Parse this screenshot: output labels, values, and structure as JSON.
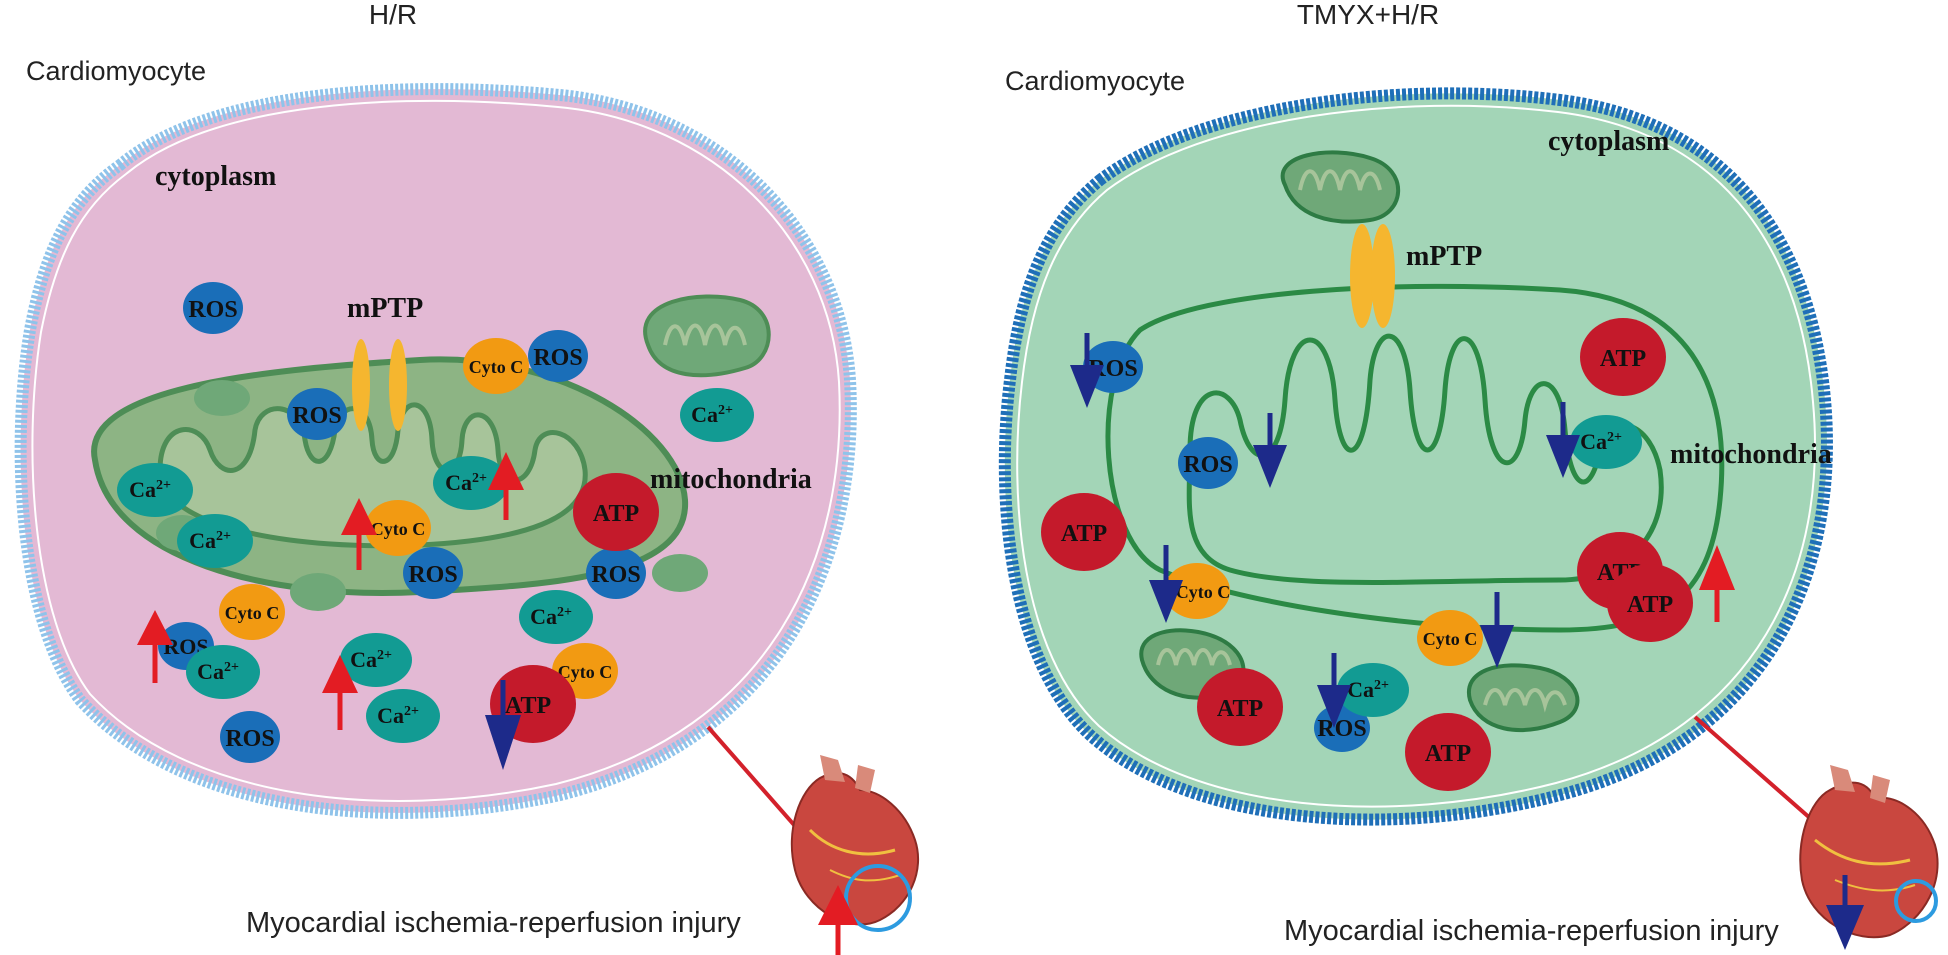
{
  "panels": [
    {
      "title": "H/R",
      "cell_label": "Cardiomyocyte",
      "cytoplasm_label": "cytoplasm",
      "mptp_label": "mPTP",
      "mitochondria_label": "mitochondria",
      "caption": "Myocardial ischemia-reperfusion injury",
      "cell_color": "#e3b9d4",
      "membrane_color": "#8fc3ea",
      "indicator": "up"
    },
    {
      "title": "TMYX+H/R",
      "cell_label": "Cardiomyocyte",
      "cytoplasm_label": "cytoplasm",
      "mptp_label": "mPTP",
      "mitochondria_label": "mitochondria",
      "caption": "Myocardial ischemia-reperfusion injury",
      "cell_color": "#a3d5b7",
      "membrane_color": "#1f6fb8",
      "indicator": "down"
    }
  ],
  "molecules": {
    "ros": "ROS",
    "ca": "Ca",
    "ca_charge": "2+",
    "cyto_c": "Cyto C",
    "atp": "ATP"
  },
  "colors": {
    "ros": "#1a6eb8",
    "ca": "#129b93",
    "cyto_c": "#f29a12",
    "atp": "#c41a2b",
    "up_arrow": "#e31c23",
    "down_arrow": "#1d2a8a",
    "mptp": "#f5b62f",
    "mito_fill": "#8db484",
    "mito_stroke": "#4e8d56"
  }
}
